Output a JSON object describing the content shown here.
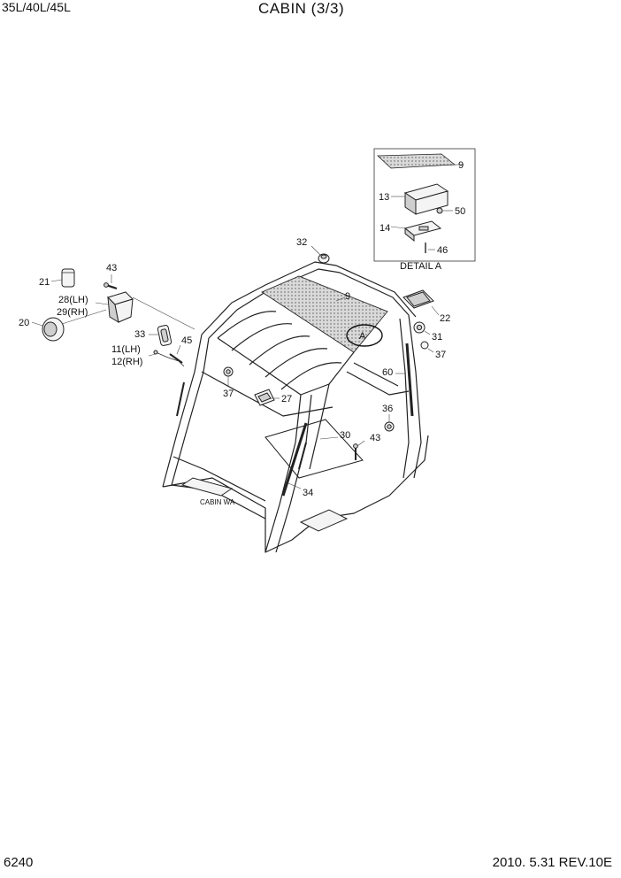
{
  "header": {
    "model": "35L/40L/45L",
    "title": "CABIN (3/3)"
  },
  "footer": {
    "page_number": "6240",
    "revision": "2010. 5.31  REV.10E"
  },
  "detail": {
    "caption": "DETAIL A",
    "marker": "A"
  },
  "frame_label": "CABIN WA",
  "callouts": {
    "c9_detail": "9",
    "c13": "13",
    "c50": "50",
    "c14": "14",
    "c46": "46",
    "c32": "32",
    "c43_left": "43",
    "c21": "21",
    "c28": "28(LH)",
    "c29": "29(RH)",
    "c20": "20",
    "c33": "33",
    "c45": "45",
    "c11": "11(LH)",
    "c12": "12(RH)",
    "c9_roof": "9",
    "c22": "22",
    "c31": "31",
    "c37_right": "37",
    "c60": "60",
    "c37_left": "37",
    "c27": "27",
    "c36": "36",
    "c30": "30",
    "c43_mid": "43",
    "c34": "34"
  }
}
